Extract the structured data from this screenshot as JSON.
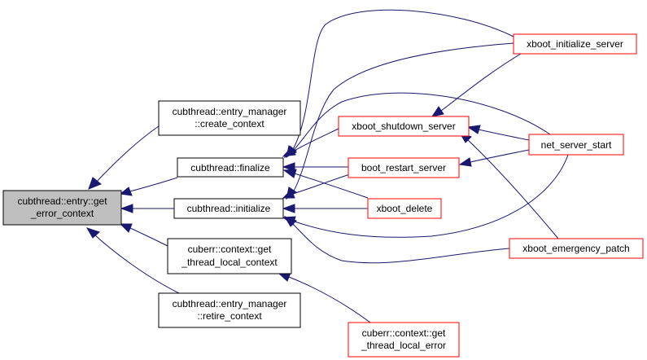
{
  "colors": {
    "edge": "#191970",
    "root_fill": "#bfbfbf",
    "node_fill": "#ffffff",
    "black_border": "#000000",
    "red_border": "#ff0000"
  },
  "nodes": {
    "root": {
      "lines": [
        "cubthread::entry::get",
        "_error_context"
      ],
      "border": "black",
      "root": true
    },
    "create": {
      "lines": [
        "cubthread::entry_manager",
        "::create_context"
      ],
      "border": "black"
    },
    "finalize": {
      "lines": [
        "cubthread::finalize"
      ],
      "border": "black"
    },
    "init": {
      "lines": [
        "cubthread::initialize"
      ],
      "border": "black"
    },
    "getctx": {
      "lines": [
        "cuberr::context::get",
        "_thread_local_context"
      ],
      "border": "black"
    },
    "retire": {
      "lines": [
        "cubthread::entry_manager",
        "::retire_context"
      ],
      "border": "black"
    },
    "shutdown": {
      "lines": [
        "xboot_shutdown_server"
      ],
      "border": "red"
    },
    "restart": {
      "lines": [
        "boot_restart_server"
      ],
      "border": "red"
    },
    "delete": {
      "lines": [
        "xboot_delete"
      ],
      "border": "red"
    },
    "geterr": {
      "lines": [
        "cuberr::context::get",
        "_thread_local_error"
      ],
      "border": "red"
    },
    "xinit": {
      "lines": [
        "xboot_initialize_server"
      ],
      "border": "red"
    },
    "netstart": {
      "lines": [
        "net_server_start"
      ],
      "border": "red"
    },
    "emerg": {
      "lines": [
        "xboot_emergency_patch"
      ],
      "border": "red"
    }
  }
}
